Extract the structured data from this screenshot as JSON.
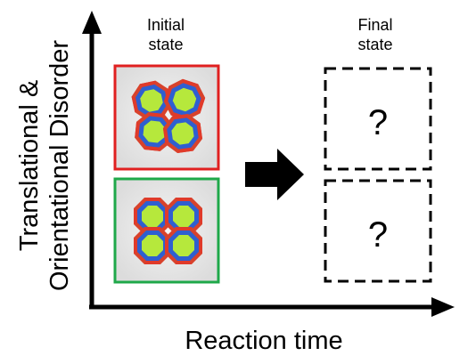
{
  "axes": {
    "y_label_line1": "Translational &",
    "y_label_line2": "Orientational Disorder",
    "x_label": "Reaction time"
  },
  "initial": {
    "label_line1": "Initial",
    "label_line2": "state"
  },
  "final": {
    "label_line1": "Final",
    "label_line2": "state",
    "top_mark": "?",
    "bottom_mark": "?"
  },
  "colors": {
    "disordered_frame": "#e02020",
    "ordered_frame": "#1fa84a",
    "particle_face_green": "#b6e83c",
    "particle_face_blue": "#2f5fd0",
    "particle_face_red": "#e03a2a",
    "axis": "#000000",
    "arrow": "#000000"
  },
  "icons": {
    "transition": "right-arrow-icon"
  }
}
